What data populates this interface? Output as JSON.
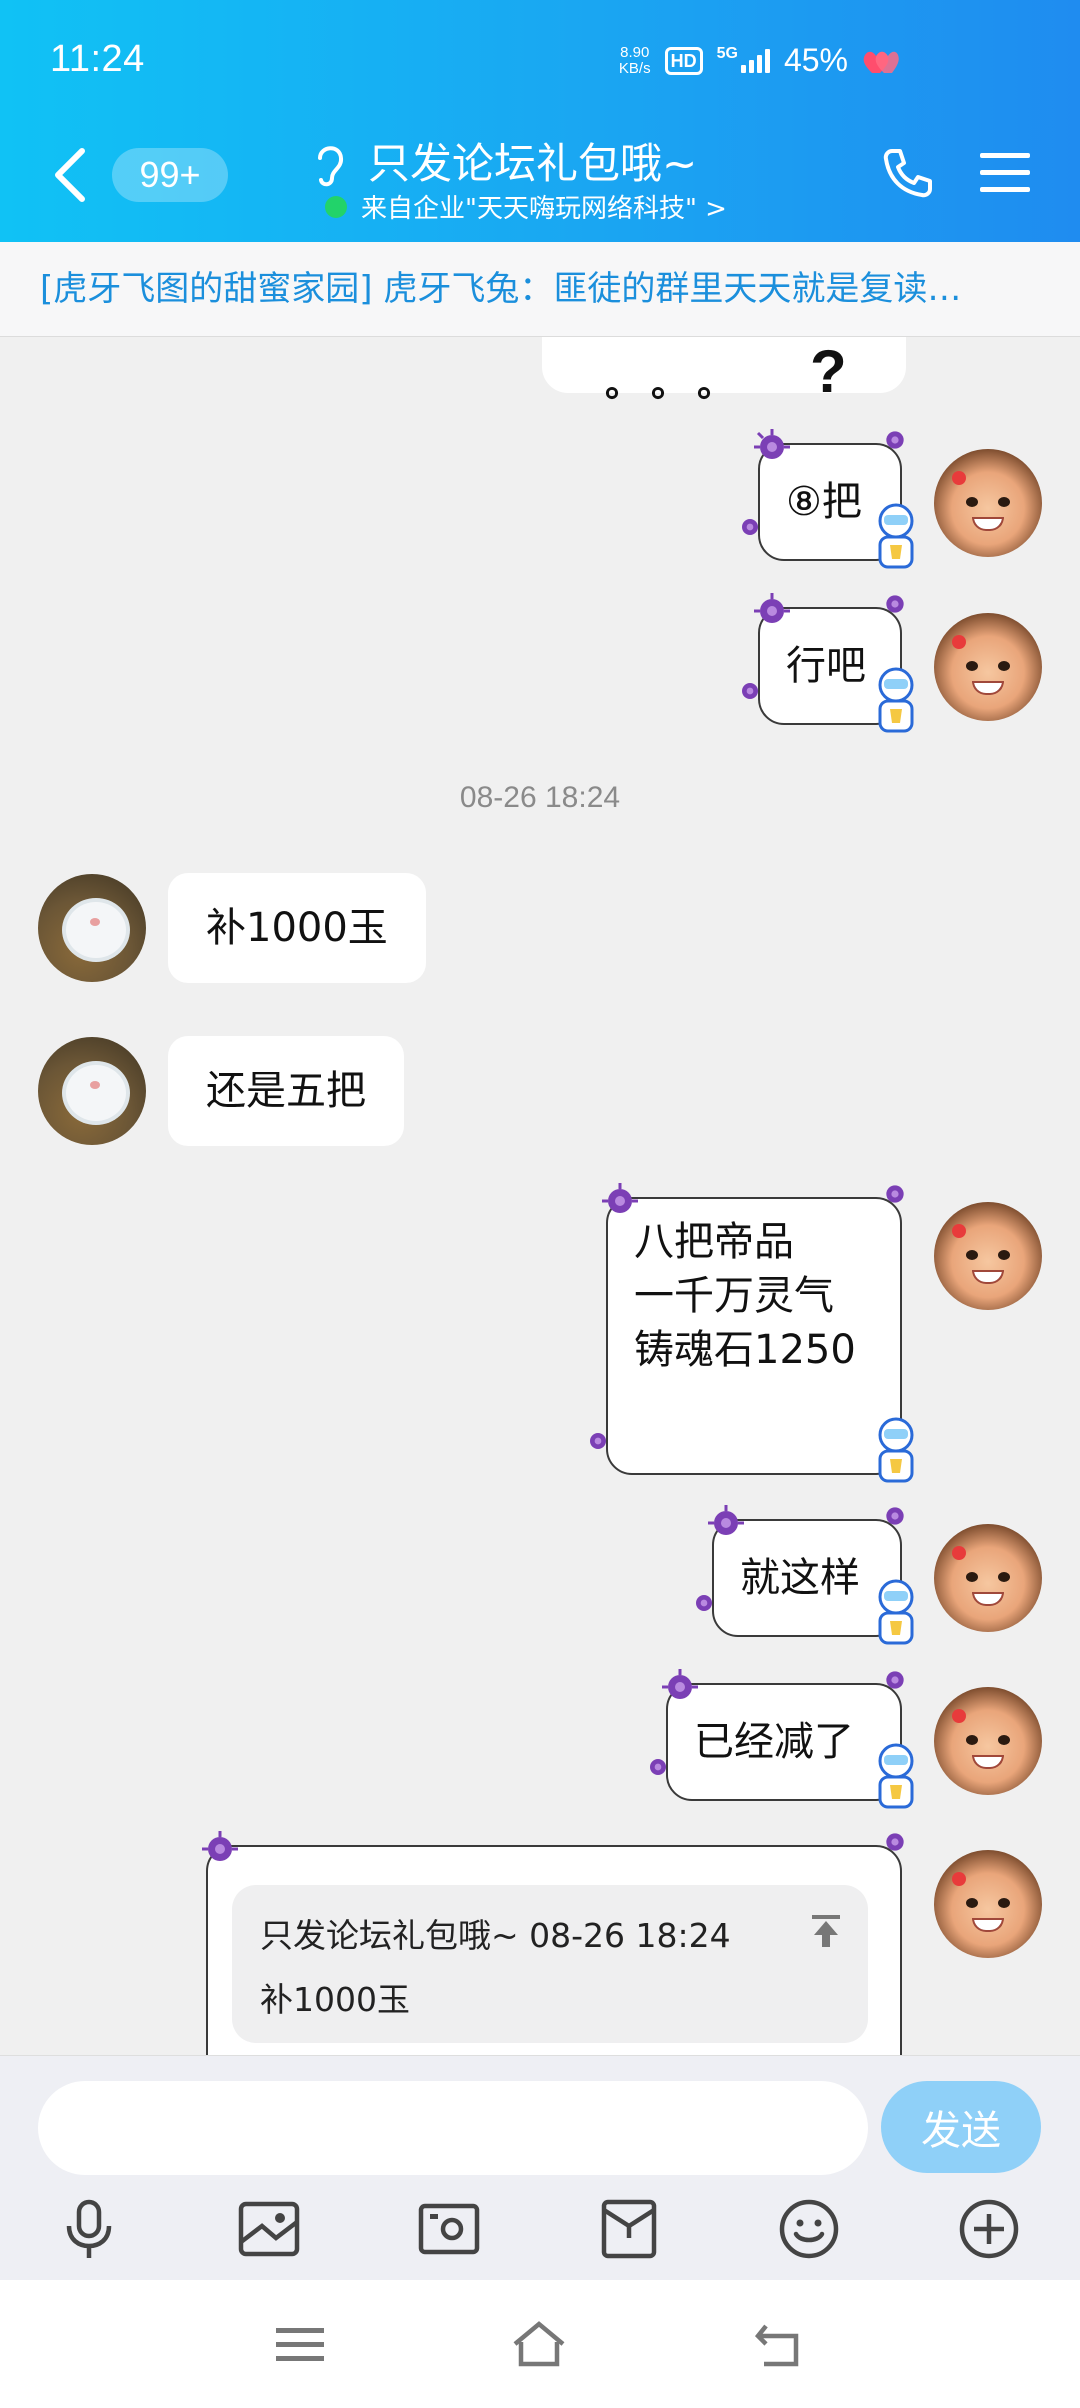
{
  "status_bar": {
    "time": "11:24",
    "net_speed_value": "8.90",
    "net_speed_unit": "KB/s",
    "hd": "HD",
    "network": "5G",
    "battery": "45%"
  },
  "header": {
    "unread_badge": "99+",
    "title": "只发论坛礼包哦~",
    "subtitle": "来自企业\"天天嗨玩网络科技\" >"
  },
  "notice": {
    "text": "[虎牙飞图的甜蜜家园] 虎牙飞兔：匪徒的群里天天就是复读…"
  },
  "messages": [
    {
      "side": "right",
      "text": "⑧把"
    },
    {
      "side": "right",
      "text": "行吧"
    },
    {
      "timestamp": "08-26 18:24"
    },
    {
      "side": "left",
      "text": "补1000玉"
    },
    {
      "side": "left",
      "text": "还是五把"
    },
    {
      "side": "right",
      "lines": [
        "八把帝品",
        "一千万灵气",
        "铸魂石1250"
      ]
    },
    {
      "side": "right",
      "text": "就这样"
    },
    {
      "side": "right",
      "text": "已经减了"
    },
    {
      "side": "right",
      "quote_header": "只发论坛礼包哦~ 08-26 18:24",
      "quote_text": "补1000玉"
    }
  ],
  "sticker": {
    "dots": "。。。",
    "question": "?"
  },
  "input": {
    "placeholder": "",
    "send_label": "发送"
  },
  "toolbar": [
    "microphone-icon",
    "image-icon",
    "camera-icon",
    "red-packet-icon",
    "emoji-icon",
    "plus-icon"
  ],
  "colors": {
    "header_start": "#10c2f5",
    "header_end": "#1f8cf0",
    "notice_text": "#1b8fdc",
    "send_button": "#8fd0f8",
    "virus_purple": "#7b3fb5"
  }
}
